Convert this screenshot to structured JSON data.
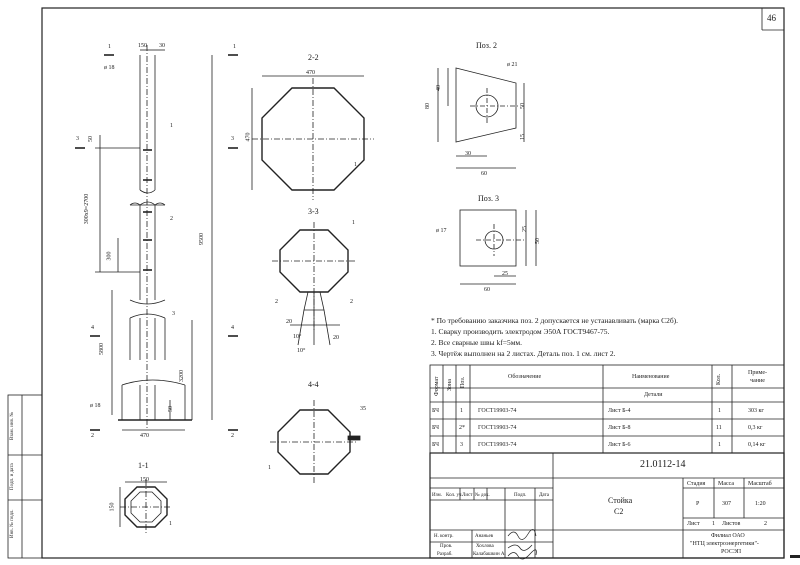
{
  "sheet_number": "46",
  "views": {
    "section_2_2": "2-2",
    "section_3_3": "3-3",
    "section_4_4": "4-4",
    "section_1_1": "1-1",
    "pos2": "Поз. 2",
    "pos3": "Поз. 3"
  },
  "dims": {
    "top_150": "150",
    "top_30": "30",
    "dia_18_top": "ø 18",
    "d_50a": "50",
    "d_300x9": "300х9=2700",
    "d_300": "300",
    "d_5800": "5800",
    "d_9500": "9500",
    "d_3200": "3200",
    "d_50b": "50",
    "d_470_bottom": "470",
    "dia_18_bottom": "ø 18",
    "s22_470_top": "470",
    "s22_470_side": "470",
    "s33_20a": "20",
    "s33_20b": "20",
    "s33_10a": "10°",
    "s33_10b": "10°",
    "s44_35": "35",
    "s11_150_top": "150",
    "s11_150_side": "150",
    "p2_dia": "ø 21",
    "p2_80": "80",
    "p2_40": "40",
    "p2_50": "50",
    "p2_15": "15",
    "p2_30": "30",
    "p2_60": "60",
    "p3_dia": "ø 17",
    "p3_25a": "25",
    "p3_50": "50",
    "p3_25b": "25",
    "p3_60": "60"
  },
  "callouts": {
    "c1a": "1",
    "c2a": "2",
    "c1b": "1",
    "c1c": "1",
    "c2b": "2",
    "c2c": "2",
    "c1d": "1",
    "c1e": "1",
    "c3": "3",
    "sec1_tl": "1",
    "sec1_tr": "1",
    "sec3_l": "3",
    "sec3_r": "3",
    "sec4_l": "4",
    "sec4_r": "4",
    "sec2_l": "2",
    "sec2_r": "2"
  },
  "notes": [
    "* По требованию заказчика поз. 2 допускается не устанавливать (марка С2б).",
    "1. Сварку производить электродом Э50А ГОСТ9467-75.",
    "2. Все сварные швы kf=5мм.",
    "3. Чертёж выполнен на 2 листах. Деталь поз. 1 см. лист 2."
  ],
  "spec": {
    "headers": {
      "format": "Формат",
      "zone": "Зона",
      "pos": "Поз.",
      "designation": "Обозначение",
      "name": "Наименование",
      "qty": "Кол.",
      "note": "Приме-\nчание"
    },
    "section": "Детали",
    "rows": [
      {
        "format": "БЧ",
        "zone": "",
        "pos": "1",
        "designation": "ГОСТ19903-74",
        "name": "Лист Б-4",
        "qty": "1",
        "note": "303 кг"
      },
      {
        "format": "БЧ",
        "zone": "",
        "pos": "2*",
        "designation": "ГОСТ19903-74",
        "name": "Лист Б-8",
        "qty": "11",
        "note": "0,3 кг"
      },
      {
        "format": "БЧ",
        "zone": "",
        "pos": "3",
        "designation": "ГОСТ19903-74",
        "name": "Лист Б-6",
        "qty": "1",
        "note": "0,14 кг"
      }
    ]
  },
  "title_block": {
    "doc_code": "21.0112-14",
    "title_line1": "Стойка",
    "title_line2": "С2",
    "stage_label": "Стадия",
    "mass_label": "Масса",
    "scale_label": "Масштаб",
    "stage": "Р",
    "mass": "307",
    "scale": "1:20",
    "sheet_label": "Лист",
    "sheet": "1",
    "sheets_label": "Листов",
    "sheets": "2",
    "org1": "Филиал ОАО",
    "org2": "\"НТЦ электроэнергетики\"-",
    "org3": "РОСЭП",
    "col_izm": "Изм.",
    "col_kol": "Кол. уч.",
    "col_list": "Лист",
    "col_ndok": "№ док.",
    "col_podp": "Подп.",
    "col_data": "Дата",
    "role1": "Н. контр.",
    "name1": "Ананьев",
    "role2": "Пров.",
    "name2": "Хохлова",
    "role3": "Разраб.",
    "name3": "Калабашкин А."
  },
  "stamp_left": {
    "inv_podl": "Инв. № подл.",
    "podp_data": "Подп. и дата",
    "vzam": "Взам. инв. №"
  }
}
